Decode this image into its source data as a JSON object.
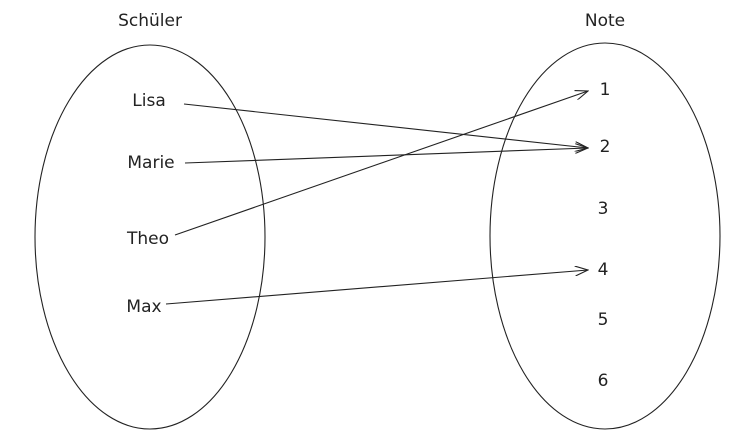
{
  "diagram": {
    "domain": {
      "title": "Schüler",
      "elements": [
        "Lisa",
        "Marie",
        "Theo",
        "Max"
      ]
    },
    "codomain": {
      "title": "Note",
      "elements": [
        "1",
        "2",
        "3",
        "4",
        "5",
        "6"
      ]
    },
    "mappings": [
      {
        "from": "Lisa",
        "to": "2"
      },
      {
        "from": "Marie",
        "to": "2"
      },
      {
        "from": "Theo",
        "to": "1"
      },
      {
        "from": "Max",
        "to": "4"
      }
    ],
    "stroke_color": "#222222"
  }
}
